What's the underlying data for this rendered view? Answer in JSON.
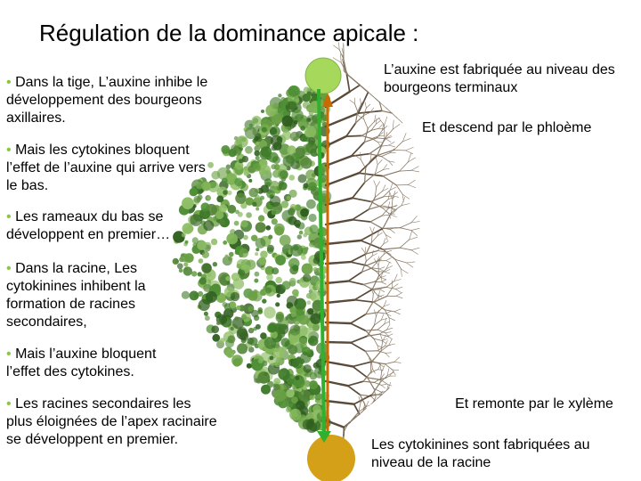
{
  "title": "Régulation de la dominance apicale :",
  "bullet_glyph": "•",
  "bullets": [
    "Dans la tige, L’auxine inhibe le développement des bourgeons axillaires.",
    "Mais les cytokines bloquent l’effet de l’auxine qui arrive vers le bas.",
    "Les rameaux du bas se développent en premier…",
    "Dans la racine, Les cytokinines inhibent  la formation de racines secondaires,",
    "Mais l’auxine bloquent l’effet des cytokines.",
    "Les racines secondaires les plus éloignées de l’apex racinaire se développent en premier."
  ],
  "notes": {
    "auxin_source": "L’auxine est fabriquée au niveau des bourgeons terminaux",
    "phloem": "Et descend par le phloème",
    "xylem": "Et remonte par le xylème",
    "cytokinin_source": "Les cytokinines sont fabriquées au niveau de la racine"
  },
  "colors": {
    "bullet": "#8cc63f",
    "apex_bud": "#a6d85c",
    "root_node": "#d4a017",
    "auxin_arrow": "#cc6a00",
    "cytokinin_arrow": "#2fb02f",
    "foliage": "#3f7a2a",
    "bare_branches": "#6b5a48"
  }
}
